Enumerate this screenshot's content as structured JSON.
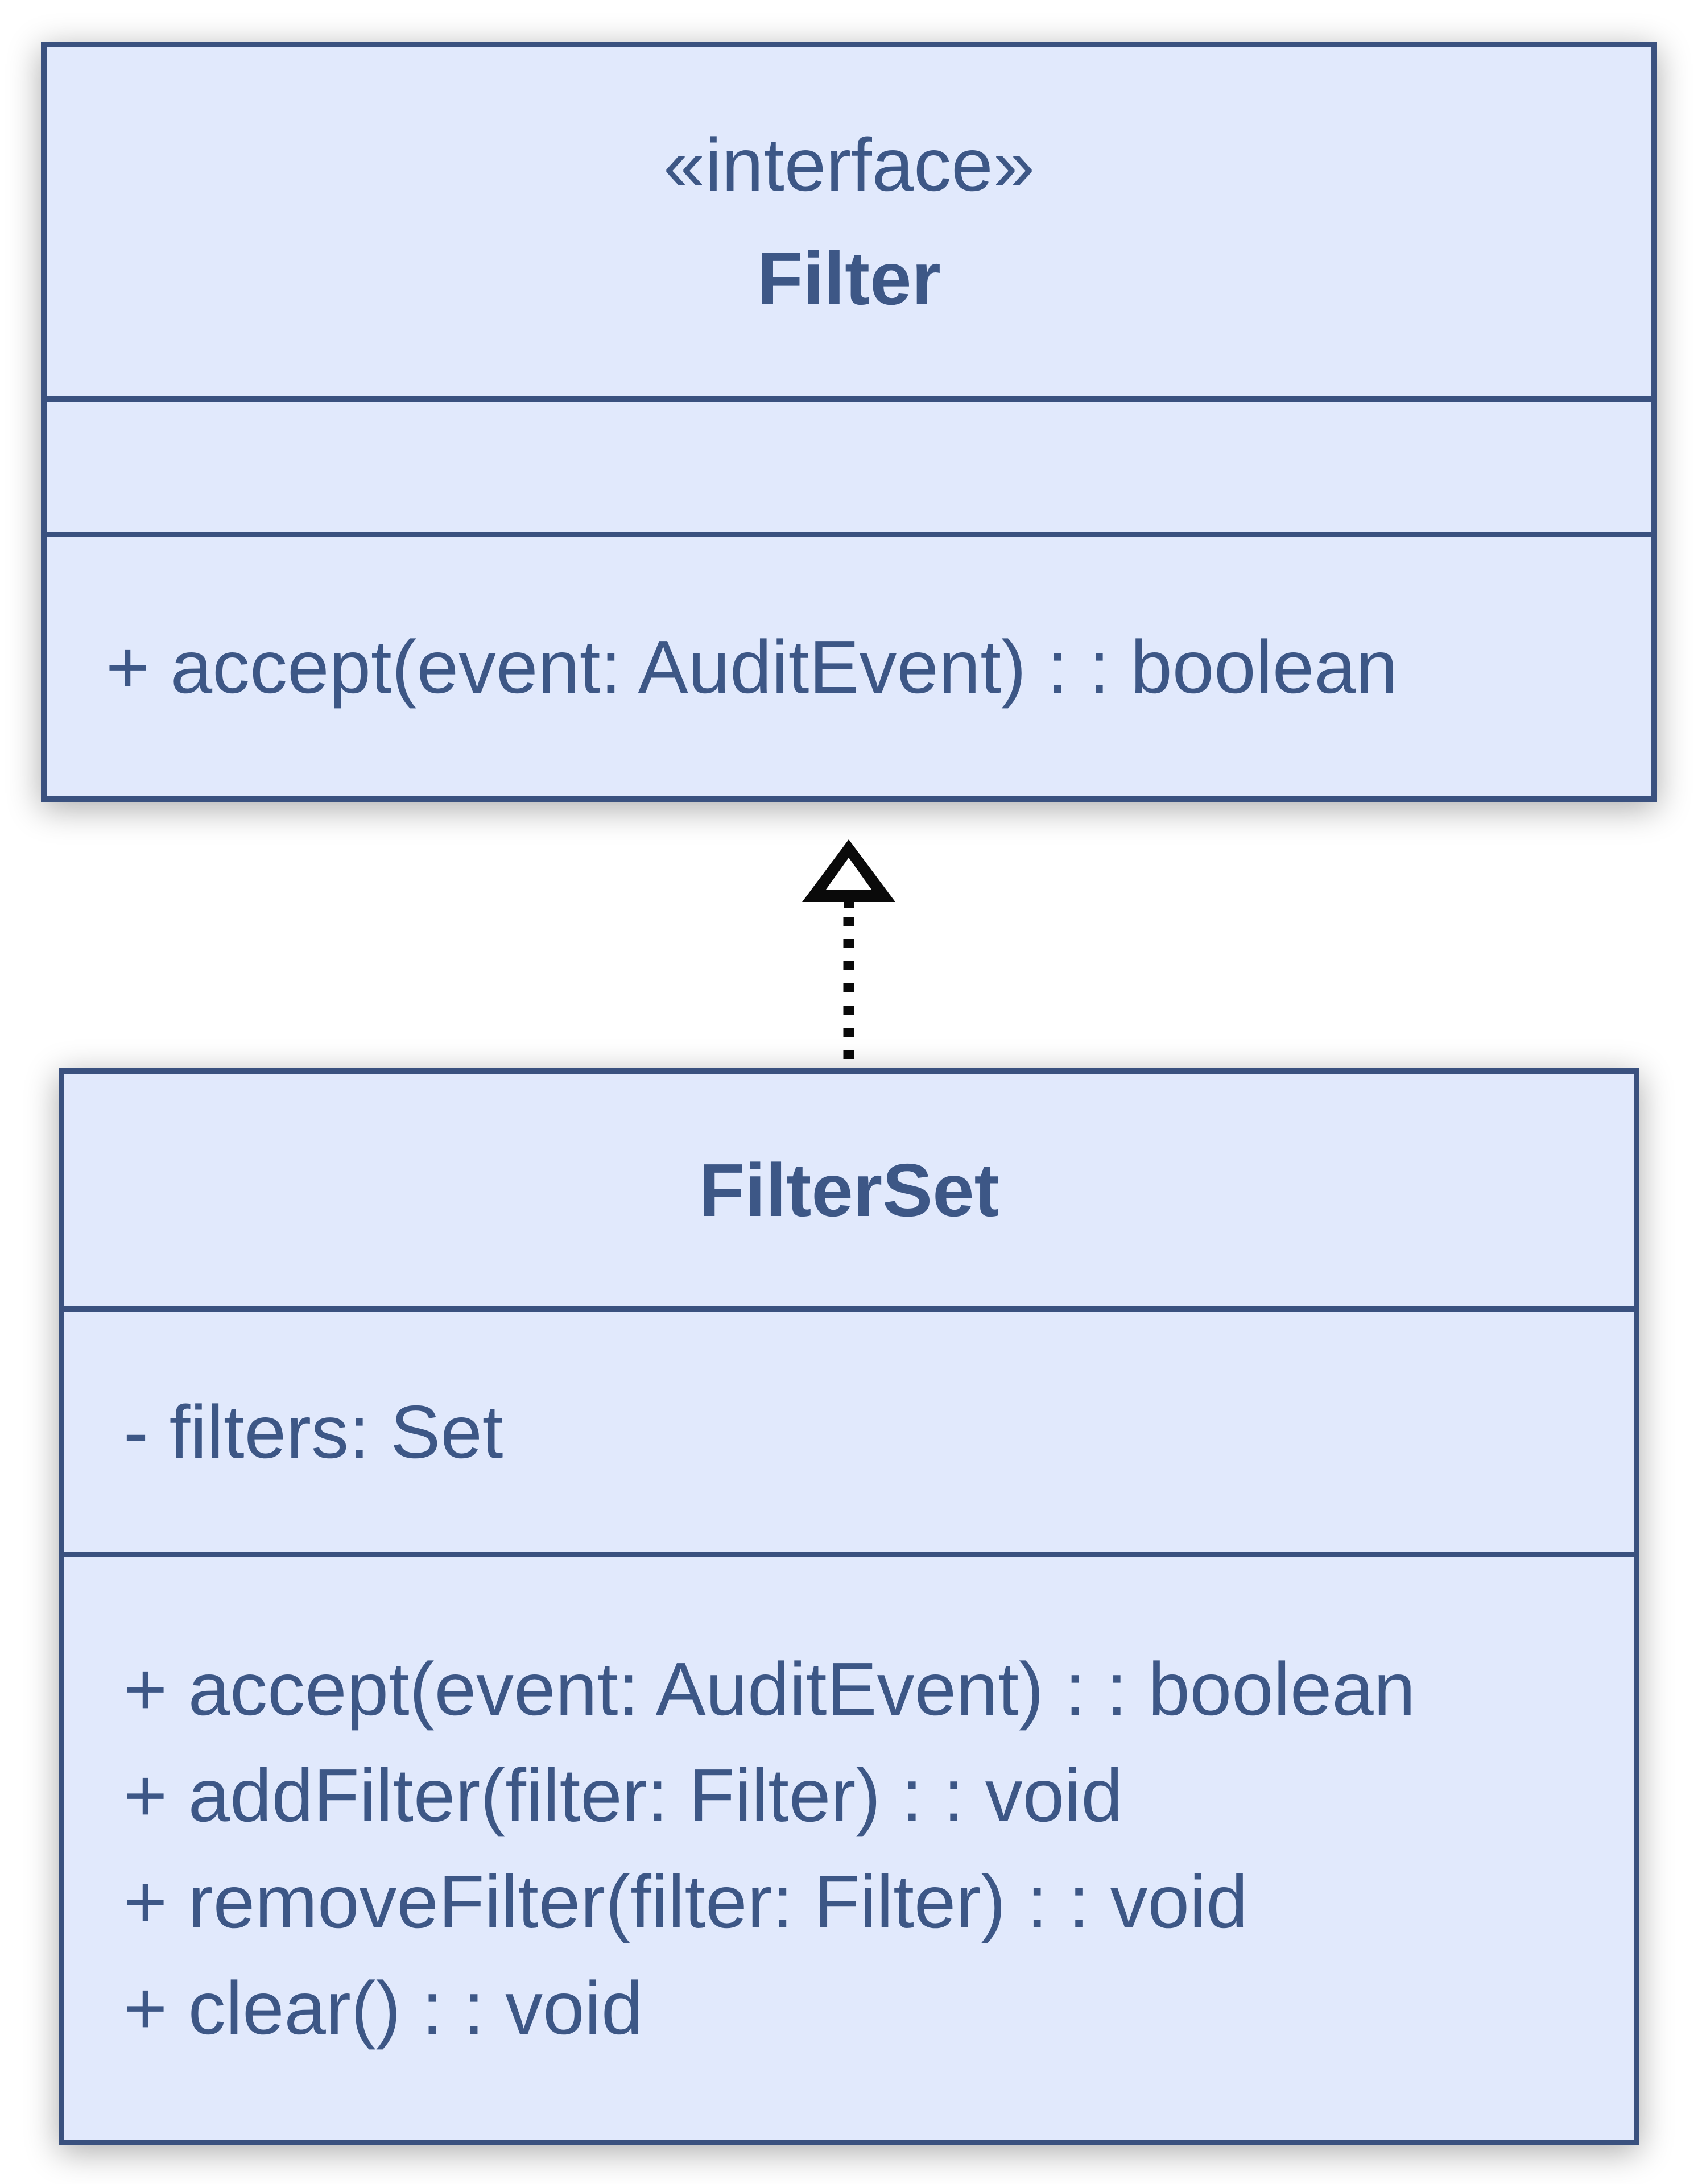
{
  "diagram": {
    "kind": "uml-class-diagram"
  },
  "colors": {
    "box_fill": "#E1E9FC",
    "box_border": "#3A517F",
    "text": "#3D5786",
    "arrow": "#0A0A0A",
    "arrow_inner": "#FFFFFF",
    "background": "#FFFFFF"
  },
  "interface_box": {
    "stereotype": "«interface»",
    "name": "Filter",
    "attributes": [],
    "methods": [
      "+ accept(event: AuditEvent) : : boolean"
    ]
  },
  "class_box": {
    "name": "FilterSet",
    "attributes": [
      "- filters: Set"
    ],
    "methods": [
      "+ accept(event: AuditEvent) : : boolean",
      "+ addFilter(filter: Filter) : : void",
      "+ removeFilter(filter: Filter) : : void",
      "+ clear() : : void"
    ]
  },
  "relationship": {
    "type": "realization",
    "from": "FilterSet",
    "to": "Filter",
    "line_style": "dashed",
    "arrow_head": "hollow-triangle"
  }
}
